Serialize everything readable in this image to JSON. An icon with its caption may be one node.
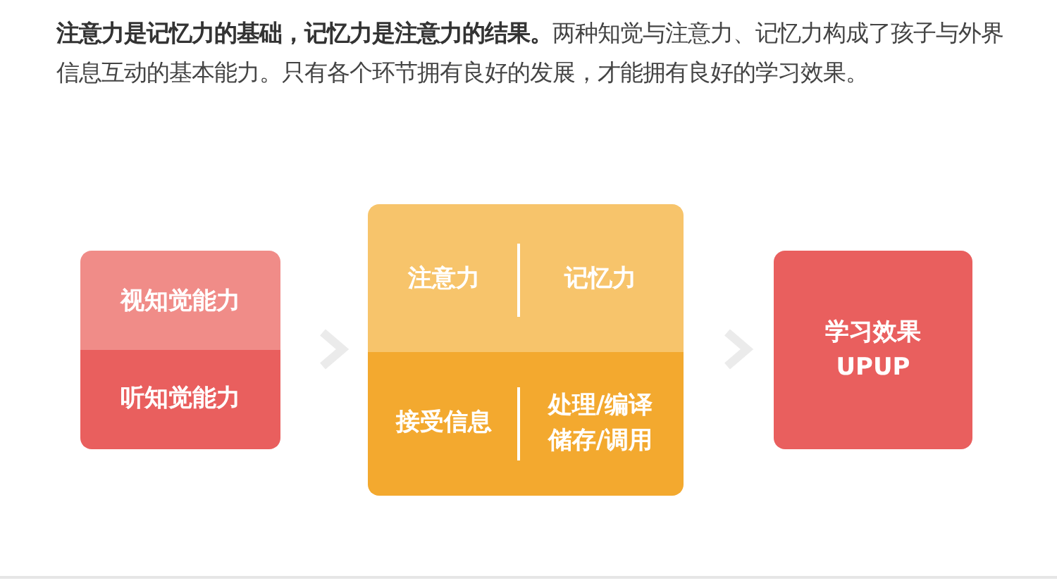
{
  "diagram": {
    "nodes": [
      {
        "text": [],
        "shape": "box"
      },
      {
        "text": [
          "视知觉能力"
        ],
        "in": 0
      },
      {
        "text": [
          "听知觉能力"
        ],
        "in": 0
      },
      {
        "text": [],
        "shape": "box"
      },
      {
        "text": [
          "注意力"
        ],
        "in": 3
      },
      {
        "text": [
          "记忆力"
        ],
        "in": 3
      },
      {
        "text": [
          "接受信息"
        ],
        "in": 3
      },
      {
        "text": [
          "处理/编译",
          "储存/调用"
        ],
        "in": 3
      },
      {
        "text": [
          "学习效果",
          "UPUP"
        ]
      }
    ],
    "edges": [
      {
        "from": 0,
        "to": 3,
        "arrow": "to"
      },
      {
        "from": 3,
        "to": 8,
        "arrow": "to"
      }
    ],
    "labels": [
      "**注意力是记忆力的基础，记忆力是注意力的结果。**两种知觉与注意力、记忆力构成了孩子与外界信息互动的基本能力。只有各个环节拥有良好的发展，才能拥有良好的学习效果。"
    ]
  }
}
